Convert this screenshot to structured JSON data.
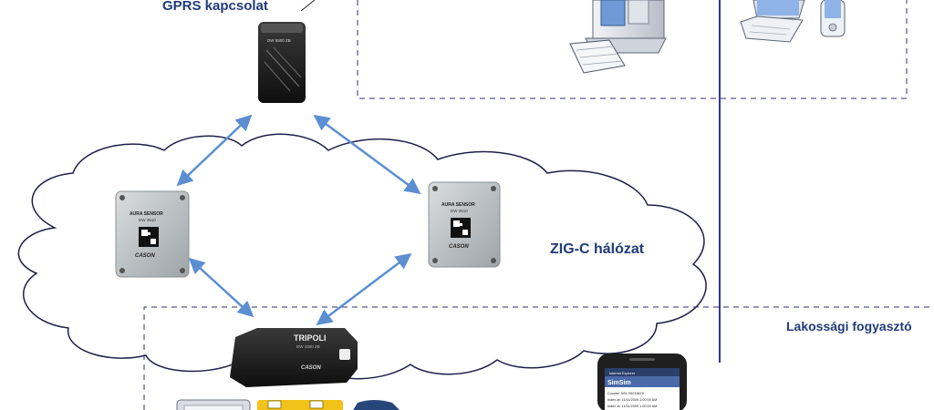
{
  "labels": {
    "gprs": "GPRS kapcsolat",
    "zigc": "ZIG-C hálózat",
    "consumer": "Lakossági fogyasztó"
  },
  "devices": {
    "gateway": {
      "model": "DW 5500 ZB"
    },
    "sensors": [
      {
        "brand": "AURA SENSOR",
        "model": "DW 3510",
        "maker": "CASON"
      },
      {
        "brand": "AURA SENSOR",
        "model": "DW 3510",
        "maker": "CASON"
      }
    ],
    "tripoli": {
      "name": "TRIPOLI",
      "model": "DW 4300 ZB",
      "maker": "CASON"
    },
    "phone": {
      "app": "SimSim",
      "browser": "Internet Explorer",
      "lines": [
        "Counter S/N: 09015679",
        "Index at: 11/11/2009 1:00:00 AM",
        "Index at: 11/11/2009 1:00:00 AM"
      ]
    }
  },
  "colors": {
    "label": "#1f3b7a",
    "arrow": "#5b8fd1",
    "divider": "#33339a",
    "dash": "#2f2f6f",
    "cloud": "#1f1f4a"
  }
}
